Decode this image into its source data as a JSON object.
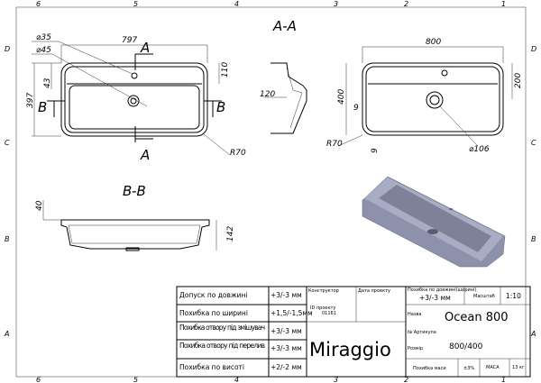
{
  "grid_refs": {
    "columns": [
      "6",
      "5",
      "4",
      "3",
      "2",
      "1"
    ],
    "rows": [
      "D",
      "C",
      "B",
      "A"
    ]
  },
  "views": {
    "section_aa_title": "A-A",
    "section_bb_title": "B-B",
    "top_view": {
      "width": "797",
      "depth": "397",
      "tap_hole_dia": "⌀35",
      "drain_dia": "⌀45",
      "dim_43": "43",
      "dim_110": "110",
      "radius": "R70",
      "cut_a": "A",
      "cut_b": "B"
    },
    "side_view": {
      "height": "120"
    },
    "right_view": {
      "width": "800",
      "depth": "400",
      "dim_200": "200",
      "dim_9a": "9",
      "dim_9b": "9",
      "radius": "R70",
      "drain_dia": "⌀106"
    },
    "section_bb": {
      "dim_40": "40",
      "dim_142": "142"
    }
  },
  "colors": {
    "render_body": "#8d91ab",
    "render_top": "#a9adc4"
  },
  "title_block": {
    "tolerances": [
      {
        "label": "Допуск по довжині",
        "value": "+3/-3 мм"
      },
      {
        "label": "Похибка по ширині",
        "value": "+1,5/-1,5мм"
      },
      {
        "label": "Похибка отвору під змішувач",
        "value": "+3/-3 мм"
      },
      {
        "label": "Похибка отвору під перелив",
        "value": "+3/-3 мм"
      },
      {
        "label": "Похибка по висоті",
        "value": "+2/-2 мм"
      }
    ],
    "designer_label": "Конструктор",
    "date_label": "Дата проекту",
    "project_id_label": "ID проекту",
    "project_id": "01161",
    "brand": "Miraggio",
    "length_tol_label": "Похибка по довжині(ширині)",
    "length_tol": "+3/-3 мм",
    "scale_label": "Масштаб",
    "scale": "1:10",
    "name_label": "Назва",
    "name": "Ocean 800",
    "article_label": "№ Артикула",
    "size_label": "Розмір",
    "size": "800/400",
    "mass_tol_label": "Похибка маси",
    "mass_tol": "±3%",
    "mass_label": "МАСА",
    "mass": "13 кг"
  }
}
